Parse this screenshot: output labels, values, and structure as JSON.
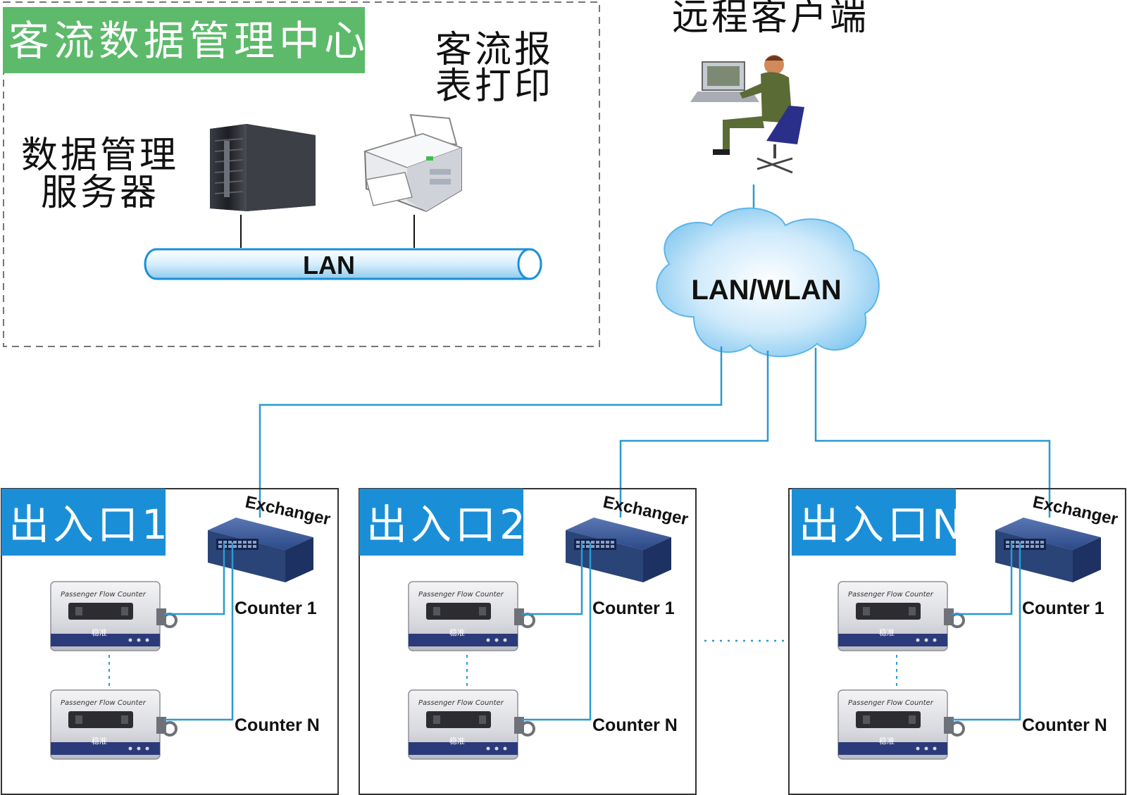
{
  "center": {
    "title": "客流数据管理中心",
    "server_label_line1": "数据管理",
    "server_label_line2": "服务器",
    "printer_label_line1": "客流报",
    "printer_label_line2": "表打印",
    "lan_label": "LAN"
  },
  "remote": {
    "label": "远程客户端"
  },
  "network": {
    "label": "LAN/WLAN"
  },
  "sites": [
    {
      "title": "出入口1",
      "exchanger": "Exchanger",
      "counter_first": "Counter 1",
      "counter_last": "Counter N",
      "device_label": "Passenger Flow Counter",
      "brand": "稳准"
    },
    {
      "title": "出入口2",
      "exchanger": "Exchanger",
      "counter_first": "Counter 1",
      "counter_last": "Counter N",
      "device_label": "Passenger Flow Counter",
      "brand": "稳准"
    },
    {
      "title": "出入口N",
      "exchanger": "Exchanger",
      "counter_first": "Counter 1",
      "counter_last": "Counter N",
      "device_label": "Passenger Flow Counter",
      "brand": "稳准"
    }
  ],
  "colors": {
    "title_green": "#5cba6a",
    "site_blue": "#1a8fd8",
    "line_blue": "#2a9ad0",
    "cloud_blue": "#8fcdf0"
  }
}
